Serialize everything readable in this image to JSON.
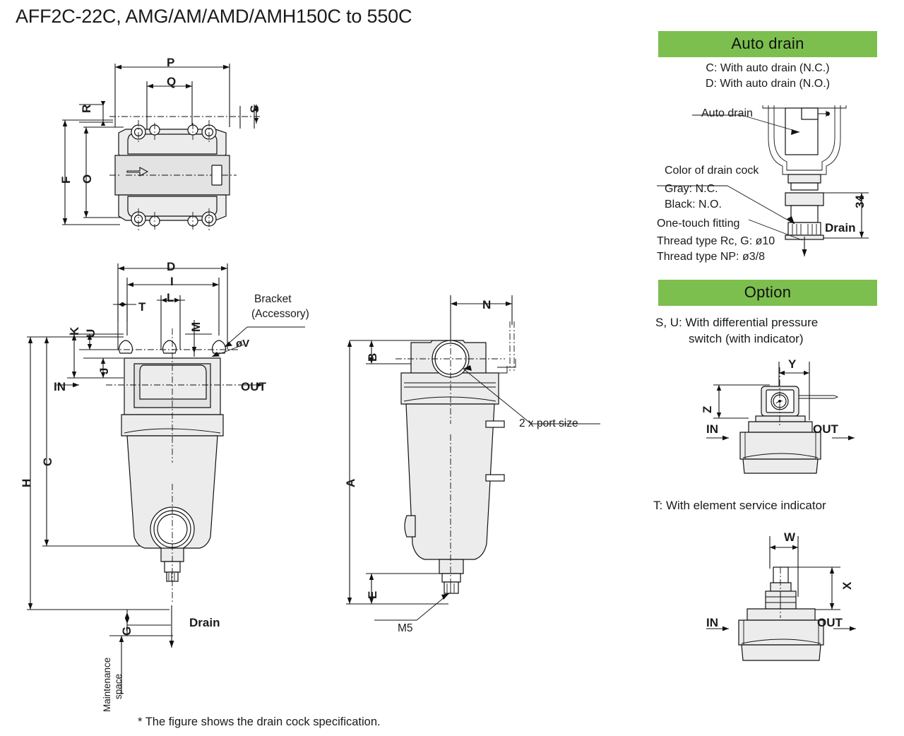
{
  "page": {
    "title": "AFF2C-22C, AMG/AM/AMD/AMH150C to 550C",
    "footnote": "* The figure shows the drain cock specification.",
    "accent_green": "#7CBF4F"
  },
  "top_view": {
    "dims": [
      "P",
      "Q",
      "R",
      "S",
      "F",
      "O"
    ]
  },
  "front_view": {
    "dims": [
      "D",
      "I",
      "T",
      "L",
      "K",
      "U",
      "M",
      "J",
      "C",
      "H",
      "G"
    ],
    "bracket_label_line1": "Bracket",
    "bracket_label_line2": "(Accessory)",
    "hole_dia_label": "øV",
    "in_label": "IN",
    "out_label": "OUT",
    "drain_label": "Drain",
    "maintenance_label_line1": "Maintenance",
    "maintenance_label_line2": "space"
  },
  "side_view": {
    "dims": [
      "N",
      "B",
      "A",
      "E"
    ],
    "port_size_label": "2 x port size",
    "thread_label": "M5"
  },
  "auto_drain": {
    "header": "Auto drain",
    "options": [
      "C: With auto drain (N.C.)",
      "D: With auto drain (N.O.)"
    ],
    "callout_auto_drain": "Auto drain",
    "callout_color_title": "Color of drain cock",
    "color_gray": "Gray: N.C.",
    "color_black": "Black: N.O.",
    "callout_fitting_title": "One-touch fitting",
    "fitting_rc_g": "Thread type Rc, G: ø10",
    "fitting_np": "Thread type NP: ø3/8",
    "dim_34": "34",
    "drain_label": "Drain"
  },
  "option": {
    "header": "Option",
    "su_line1": "S, U: With differential pressure",
    "su_line2": "switch (with indicator)",
    "su_dims": [
      "Y",
      "Z"
    ],
    "t_label": "T: With element service indicator",
    "t_dims": [
      "W",
      "X"
    ],
    "in_label": "IN",
    "out_label": "OUT"
  }
}
